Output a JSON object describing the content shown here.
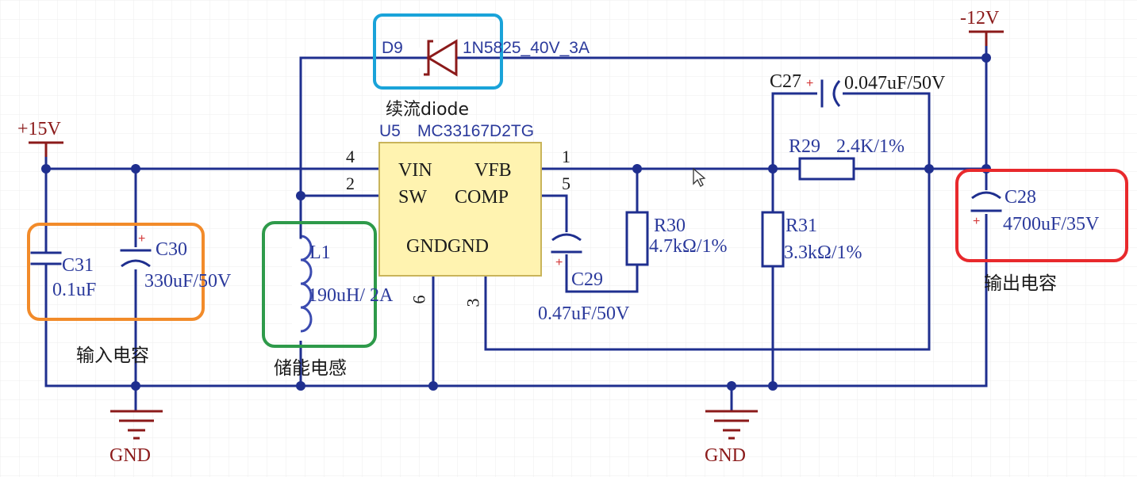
{
  "colors": {
    "wire": "#1f2f8f",
    "power_symbol": "#8b1a1a",
    "ic_fill": "#fff3b0",
    "ic_border": "#c9b45a",
    "diode_highlight": "#1aa3d9",
    "input_cap_highlight": "#f28b2a",
    "inductor_highlight": "#2e9a4a",
    "output_cap_highlight": "#e8292c",
    "grid": "#e6e6e6"
  },
  "power": {
    "vin": "+15V",
    "vout": "-12V",
    "gnd_left": "GND",
    "gnd_right": "GND"
  },
  "ic": {
    "designator": "U5",
    "part": "MC33167D2TG",
    "pins": {
      "vin": "VIN",
      "sw": "SW",
      "vfb": "VFB",
      "comp": "COMP",
      "gnd": "GNDGND"
    },
    "pin_numbers": {
      "vin": "4",
      "sw": "2",
      "vfb": "1",
      "comp": "5",
      "gnd_a": "6",
      "gnd_b": "3"
    }
  },
  "diode": {
    "designator": "D9",
    "value": "1N5825_40V_3A",
    "annotation": "续流diode"
  },
  "inductor": {
    "designator": "L1",
    "value": "190uH/ 2A",
    "annotation": "储能电感"
  },
  "input_caps": {
    "annotation": "输入电容",
    "c31": {
      "designator": "C31",
      "value": "0.1uF"
    },
    "c30": {
      "designator": "C30",
      "value": "330uF/50V"
    }
  },
  "c29": {
    "designator": "C29",
    "value": "0.47uF/50V"
  },
  "r30": {
    "designator": "R30",
    "value": "4.7kΩ/1%"
  },
  "r31": {
    "designator": "R31",
    "value": "3.3kΩ/1%"
  },
  "r29": {
    "designator": "R29",
    "value": "2.4K/1%"
  },
  "c27": {
    "designator": "C27",
    "value": "0.047uF/50V"
  },
  "output_cap": {
    "designator": "C28",
    "value": "4700uF/35V",
    "annotation": "输出电容"
  },
  "plus_sign": "+"
}
